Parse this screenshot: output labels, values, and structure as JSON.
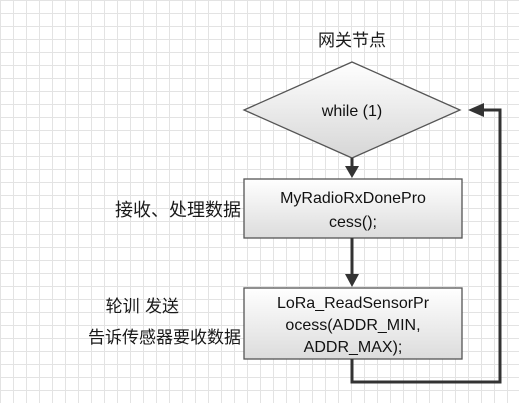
{
  "title": "网关节点",
  "nodes": {
    "loop_condition": {
      "label": "while (1)"
    },
    "process_rx": {
      "line1": "MyRadioRxDonePro",
      "line2": "cess();"
    },
    "process_read": {
      "line1": "LoRa_ReadSensorPr",
      "line2": "ocess(ADDR_MIN,",
      "line3": "ADDR_MAX);"
    }
  },
  "annotations": {
    "rx_note": "接收、处理数据",
    "read_note_line1": "轮训 发送",
    "read_note_line2": "告诉传感器要收数据"
  }
}
